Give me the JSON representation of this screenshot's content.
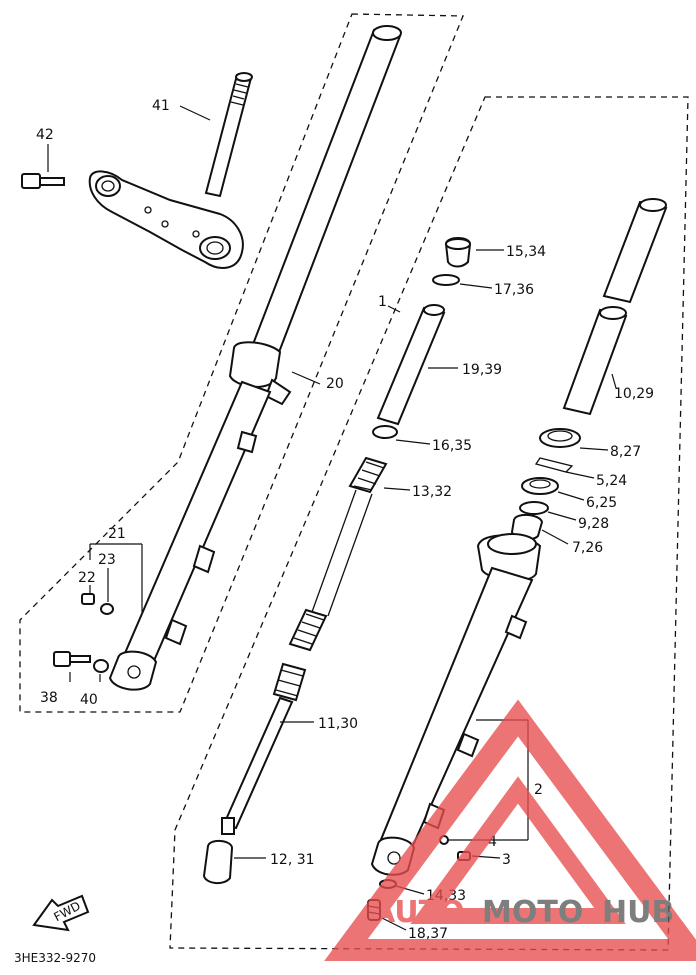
{
  "diagram_code": "3HE332-9270",
  "fwd_label": "FWD",
  "watermark": {
    "part_red": "AUTO",
    "part_gray_1": "MOTO",
    "part_gray_2": "HUB",
    "red_color": "#e94e4e",
    "gray_color": "#5a5a5a"
  },
  "callouts": {
    "c41": "41",
    "c42": "42",
    "c20": "20",
    "c21": "21",
    "c22": "22",
    "c23": "23",
    "c38": "38",
    "c40": "40",
    "c1": "1",
    "c15_34": "15,34",
    "c17_36": "17,36",
    "c19_39": "19,39",
    "c16_35": "16,35",
    "c13_32": "13,32",
    "c11_30": "11,30",
    "c12_31": "12, 31",
    "c10_29": "10,29",
    "c8_27": "8,27",
    "c5_24": "5,24",
    "c6_25": "6,25",
    "c9_28": "9,28",
    "c7_26": "7,26",
    "c2": "2",
    "c4": "4",
    "c3": "3",
    "c14_33": "14,33",
    "c18_37": "18,37"
  }
}
